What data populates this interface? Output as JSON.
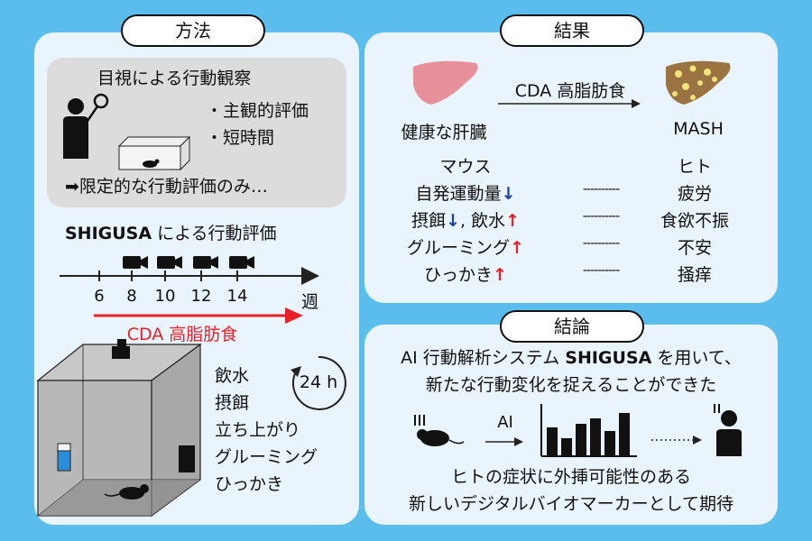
{
  "methods": {
    "title": "方法",
    "visual_box": {
      "heading": "目視による行動観察",
      "bullet1": "・主観的評価",
      "bullet2": "・短時間",
      "conclusion": "➡限定的な行動評価のみ…"
    },
    "shigusa_heading_bold": "SHIGUSA",
    "shigusa_heading_rest": " による行動評価",
    "timeline": {
      "ticks": [
        "6",
        "8",
        "10",
        "12",
        "14"
      ],
      "unit": "週",
      "diet_label": "CDA 高脂肪食"
    },
    "cycle_label": "24 h",
    "behaviors": [
      "飲水",
      "摂餌",
      "立ち上がり",
      "グルーミング",
      "ひっかき"
    ]
  },
  "results": {
    "title": "結果",
    "diet_label": "CDA 高脂肪食",
    "healthy_label": "健康な肝臓",
    "mash_label": "MASH",
    "mouse_header": "マウス",
    "human_header": "ヒト",
    "rows": [
      {
        "mouse": "自発運動量",
        "arrows": [
          {
            "dir": "↓",
            "color": "blue"
          }
        ],
        "human": "疲労"
      },
      {
        "mouse": "摂餌",
        "arrows": [
          {
            "dir": "↓",
            "color": "blue"
          },
          {
            "dir": ", 飲水",
            "color": "black"
          },
          {
            "dir": "↑",
            "color": "red"
          }
        ],
        "human": "食欲不振"
      },
      {
        "mouse": "グルーミング",
        "arrows": [
          {
            "dir": "↑",
            "color": "red"
          }
        ],
        "human": "不安"
      },
      {
        "mouse": "ひっかき",
        "arrows": [
          {
            "dir": "↑",
            "color": "red"
          }
        ],
        "human": "掻痒"
      }
    ],
    "dots": "----------"
  },
  "conclusion": {
    "title": "結論",
    "line1_a": "AI 行動解析システム ",
    "line1_bold": "SHIGUSA",
    "line1_b": " を用いて、",
    "line2": "新たな行動変化を捉えることができた",
    "ai_label": "AI",
    "line3": "ヒトの症状に外挿可能性のある",
    "line4": "新しいデジタルバイオマーカーとして期待"
  },
  "colors": {
    "background": "#5bbdec",
    "panel": "#eaf4fc",
    "inner_box": "#dcdcdc",
    "accent_red": "#e8202a",
    "accent_blue": "#1f3fa8",
    "healthy_liver": "#e8909a",
    "mash_liver": "#9a7440",
    "fat_dot": "#f2e07a"
  }
}
